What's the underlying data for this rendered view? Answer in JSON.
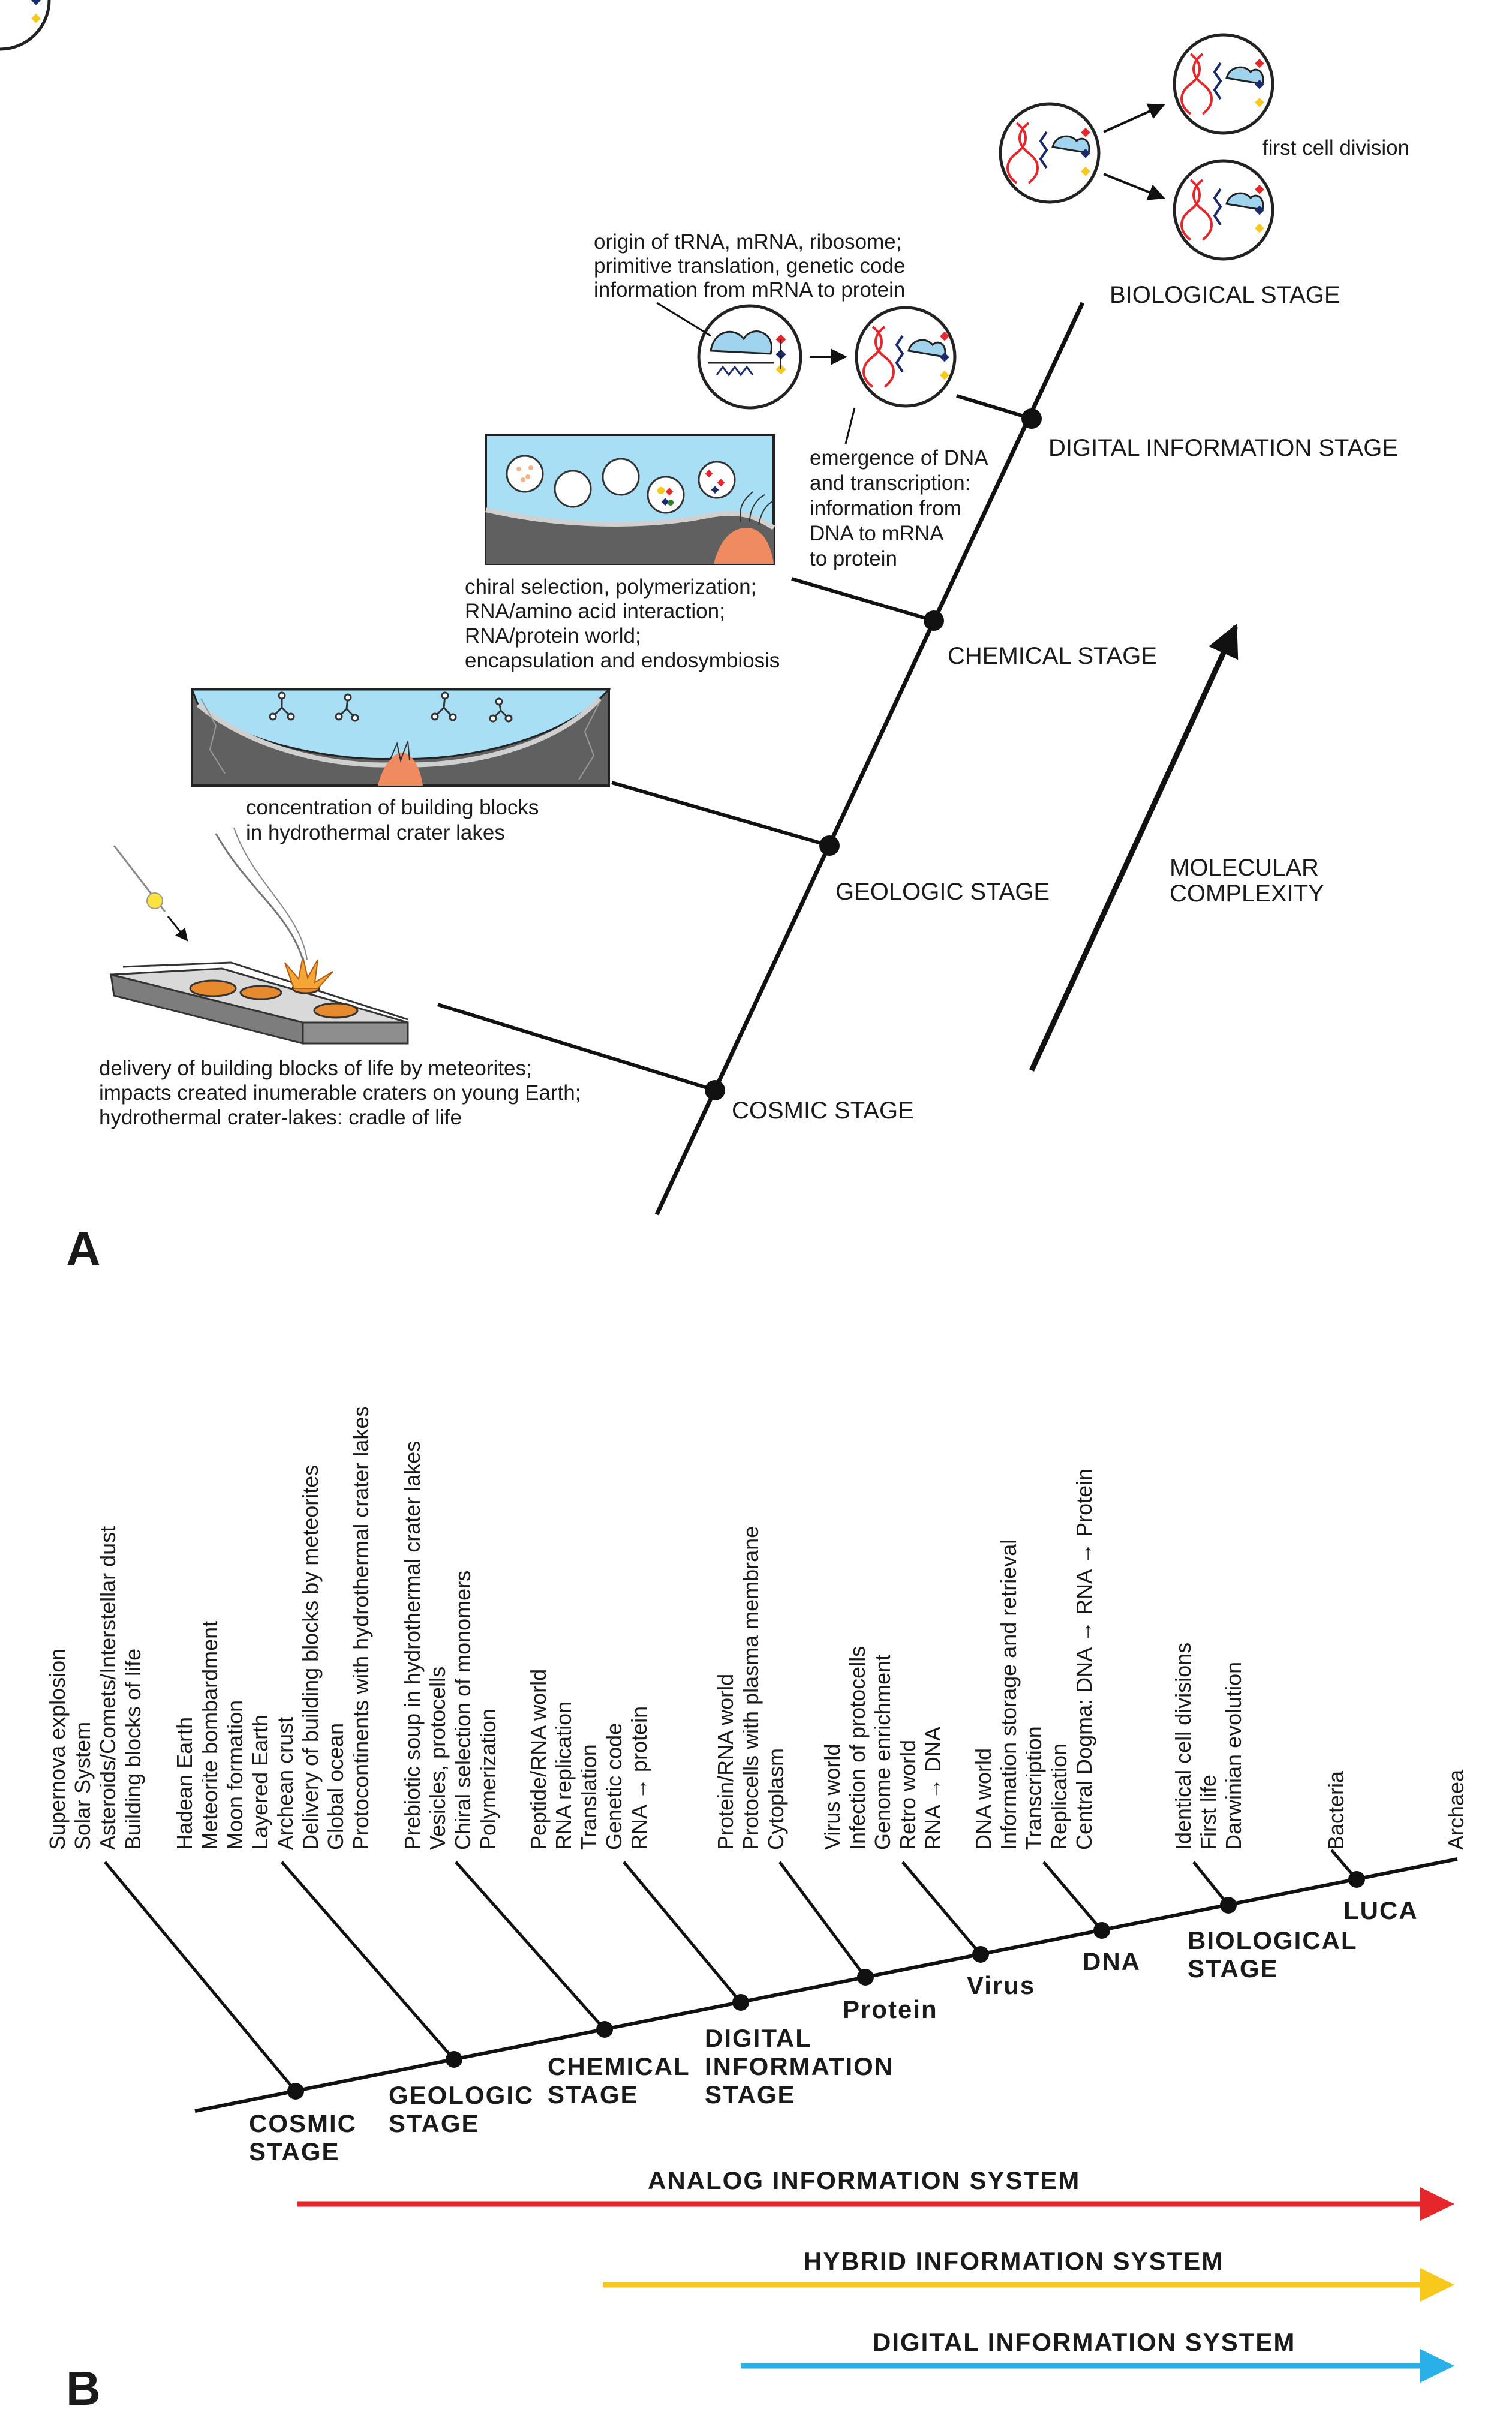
{
  "panel_a": {
    "label": "A",
    "stages": {
      "cosmic": "COSMIC STAGE",
      "geologic": "GEOLOGIC STAGE",
      "chemical": "CHEMICAL STAGE",
      "digital": "DIGITAL INFORMATION STAGE",
      "biological": "BIOLOGICAL STAGE"
    },
    "axis_label": [
      "MOLECULAR",
      "COMPLEXITY"
    ],
    "captions": {
      "cosmic": [
        "delivery of building blocks of life by meteorites;",
        "impacts created inumerable craters on young Earth;",
        "hydrothermal crater-lakes: cradle of life"
      ],
      "geologic": [
        "concentration of building blocks",
        "in hydrothermal crater lakes"
      ],
      "chemical": [
        "chiral selection, polymerization;",
        "RNA/amino acid interaction;",
        "RNA/protein world;",
        "encapsulation and endosymbiosis"
      ],
      "translation": [
        "origin of tRNA, mRNA, ribosome;",
        "primitive translation, genetic code",
        "information from mRNA to protein"
      ],
      "dna": [
        "emergence of DNA",
        "and transcription:",
        "information from",
        "DNA to mRNA",
        "to protein"
      ],
      "division": "first cell division"
    }
  },
  "panel_b": {
    "label": "B",
    "nodes": {
      "cosmic": [
        "COSMIC",
        "STAGE"
      ],
      "geologic": [
        "GEOLOGIC",
        "STAGE"
      ],
      "chemical": [
        "CHEMICAL",
        "STAGE"
      ],
      "digital": [
        "DIGITAL",
        "INFORMATION",
        "STAGE"
      ],
      "protein": "Protein",
      "virus": "Virus",
      "dna": "DNA",
      "biological": [
        "BIOLOGICAL",
        "STAGE"
      ],
      "luca": "LUCA"
    },
    "events": {
      "cosmic": [
        "Supernova explosion",
        "Solar System",
        "Asteroids/Comets/Interstellar dust",
        "Building blocks of life"
      ],
      "geologic": [
        "Hadean Earth",
        "Meteorite bombardment",
        "Moon formation",
        "Layered Earth",
        "Archean crust",
        "Delivery of building blocks by meteorites",
        "Global ocean",
        "Protocontinents with hydrothermal crater lakes"
      ],
      "chemical": [
        "Prebiotic soup in hydrothermal crater lakes",
        "Vesicles, protocells",
        "Chiral selection of monomers",
        "Polymerization"
      ],
      "digital": [
        "Peptide/RNA world",
        "RNA replication",
        "Translation",
        "Genetic code",
        "RNA → protein"
      ],
      "protein": [
        "Protein/RNA world",
        "Protocells with plasma membrane",
        "Cytoplasm"
      ],
      "virus": [
        "Virus world",
        "Infection of protocells",
        "Genome enrichment",
        "Retro world",
        "RNA → DNA"
      ],
      "dna": [
        "DNA world",
        "Information storage and retrieval",
        "Transcription",
        "Replication",
        "Central Dogma: DNA → RNA → Protein"
      ],
      "biological": [
        "Identical cell divisions",
        "First life",
        "Darwinian evolution"
      ],
      "bacteria": [
        "Bacteria"
      ],
      "archaea": [
        "Archaea"
      ]
    },
    "systems": {
      "analog": "ANALOG INFORMATION SYSTEM",
      "hybrid": "HYBRID INFORMATION SYSTEM",
      "digital": "DIGITAL INFORMATION SYSTEM"
    },
    "colors": {
      "analog": "#e5262b",
      "hybrid": "#f8c81c",
      "digital": "#2ab0e8"
    }
  }
}
